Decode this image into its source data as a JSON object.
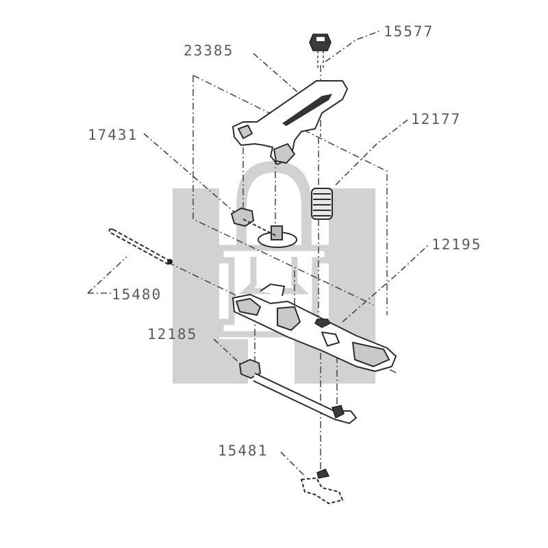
{
  "diagram": {
    "type": "exploded-parts-diagram",
    "watermark": "lock-logo",
    "parts": [
      {
        "id": "15577",
        "name": "bolt"
      },
      {
        "id": "23385",
        "name": "lever-arm"
      },
      {
        "id": "12177",
        "name": "spring"
      },
      {
        "id": "17431",
        "name": "pivot-nut"
      },
      {
        "id": "12195",
        "name": "base-plate"
      },
      {
        "id": "15480",
        "name": "rod"
      },
      {
        "id": "12185",
        "name": "nut"
      },
      {
        "id": "15481",
        "name": "bracket-clip"
      }
    ]
  },
  "labels": {
    "p15577": "15577",
    "p23385": "23385",
    "p12177": "12177",
    "p17431": "17431",
    "p12195": "12195",
    "p15480": "15480",
    "p12185": "12185",
    "p15481": "15481"
  },
  "colors": {
    "background": "#ffffff",
    "line": "#2b2b2b",
    "watermark": "#d2d2d2",
    "label": "#5a5a5a"
  }
}
